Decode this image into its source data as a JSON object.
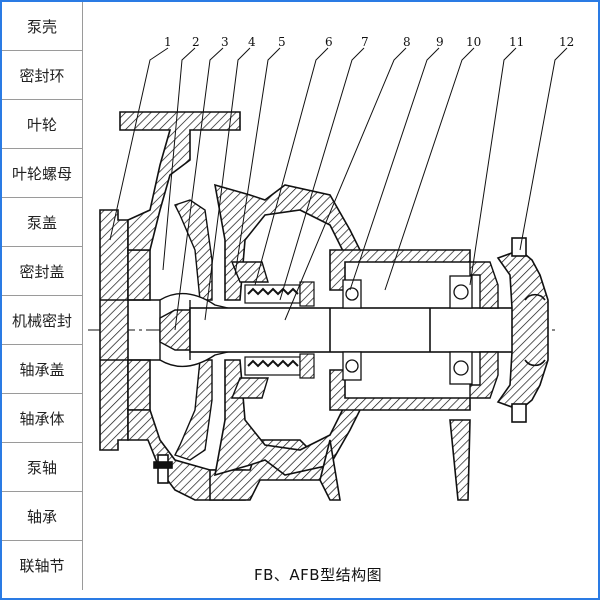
{
  "legend": [
    {
      "label": "泵壳"
    },
    {
      "label": "密封环"
    },
    {
      "label": "叶轮"
    },
    {
      "label": "叶轮螺母"
    },
    {
      "label": "泵盖"
    },
    {
      "label": "密封盖"
    },
    {
      "label": "机械密封"
    },
    {
      "label": "轴承盖"
    },
    {
      "label": "轴承体"
    },
    {
      "label": "泵轴"
    },
    {
      "label": "轴承"
    },
    {
      "label": "联轴节"
    }
  ],
  "callouts": [
    "1",
    "2",
    "3",
    "4",
    "5",
    "6",
    "7",
    "8",
    "9",
    "10",
    "11",
    "12"
  ],
  "caption": "FB、AFB型结构图",
  "colors": {
    "frame": "#2a7be4",
    "grid": "#9a9a9a",
    "ink": "#111111"
  }
}
